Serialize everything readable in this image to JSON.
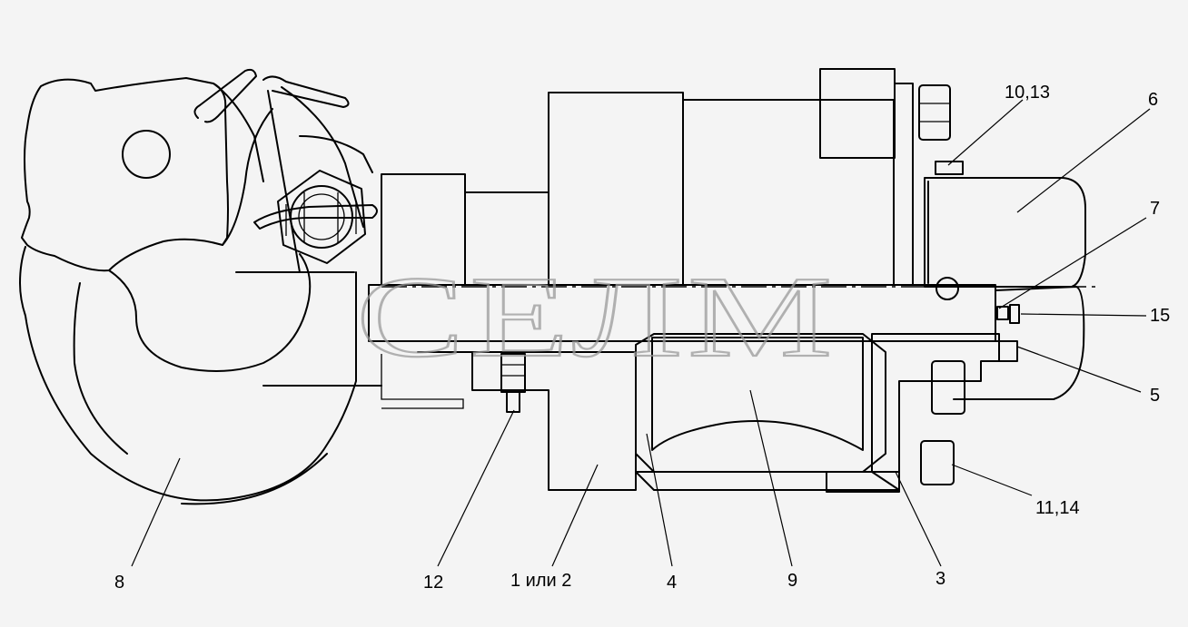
{
  "watermark": "СЕЛМ",
  "callouts": {
    "c8": "8",
    "c12": "12",
    "c1or2": "1 или 2",
    "c4": "4",
    "c9": "9",
    "c3": "3",
    "c11_14": "11,14",
    "c5": "5",
    "c15": "15",
    "c7": "7",
    "c6": "6",
    "c10_13": "10,13"
  }
}
